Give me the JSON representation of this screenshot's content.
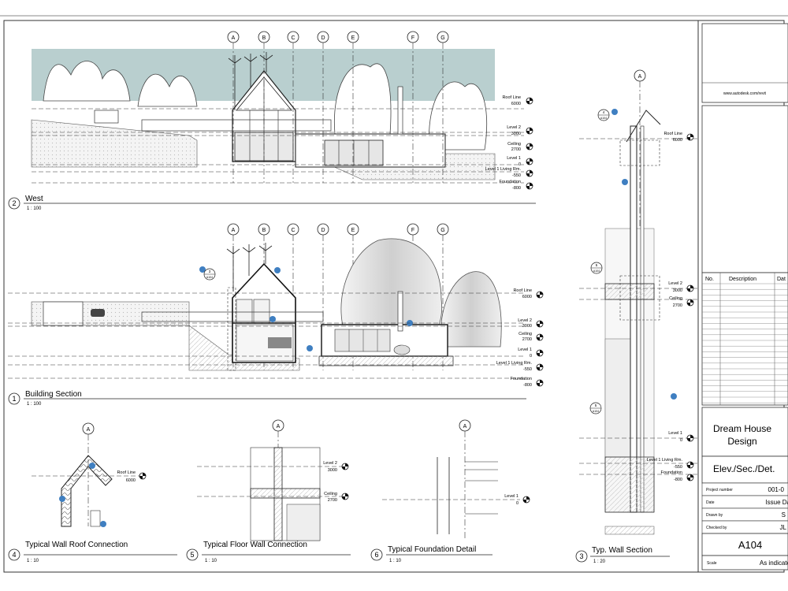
{
  "grid_letters": [
    "A",
    "B",
    "C",
    "D",
    "E",
    "F",
    "G"
  ],
  "levels": {
    "roof_line": "Roof Line",
    "roof_line_val": "6000",
    "level2": "Level 2",
    "level2_val": "3000",
    "ceiling": "Ceiling",
    "ceiling_val": "2700",
    "level1": "Level 1",
    "level1_val": "0",
    "level1_living": "Level 1 Living Rm.",
    "level1_living_val": "-550",
    "foundation": "Foundation",
    "foundation_val": "-800"
  },
  "views": {
    "west": {
      "number": "2",
      "title": "West",
      "scale": "1 : 100"
    },
    "building_section": {
      "number": "1",
      "title": "Building Section",
      "scale": "1 : 100"
    },
    "wall_roof": {
      "number": "4",
      "title": "Typical Wall Roof Connection",
      "scale": "1 : 10"
    },
    "floor_wall": {
      "number": "5",
      "title": "Typical Floor Wall Connection",
      "scale": "1 : 10"
    },
    "foundation_detail": {
      "number": "6",
      "title": "Typical Foundation Detail",
      "scale": "1 : 10"
    },
    "wall_section": {
      "number": "3",
      "title": "Typ. Wall Section",
      "scale": "1 : 20"
    }
  },
  "callouts": {
    "c4": {
      "num": "4",
      "sheet": "A104"
    },
    "c3": {
      "num": "3",
      "sheet": "A104"
    },
    "c5": {
      "num": "5",
      "sheet": "A104"
    },
    "c5b": {
      "num": "5",
      "sheet": "A104"
    }
  },
  "title_block": {
    "url": "www.autodesk.com/revit",
    "rev_headers": [
      "No.",
      "Description",
      "Dat"
    ],
    "project_name_line1": "Dream House",
    "project_name_line2": "Design",
    "sheet_name": "Elev./Sec./Det.",
    "rows": [
      {
        "label": "Project number",
        "value": "001-0"
      },
      {
        "label": "Date",
        "value": "Issue Da"
      },
      {
        "label": "Drawn by",
        "value": "S"
      },
      {
        "label": "Checked by",
        "value": "JL"
      }
    ],
    "sheet_number": "A104",
    "scale_label": "Scale",
    "scale_value": "As indicate"
  },
  "colors": {
    "line": "#222222",
    "sky": "#b9cfcf",
    "marker_blue": "#3f7fc1",
    "hatch": "#d8d8d8"
  }
}
